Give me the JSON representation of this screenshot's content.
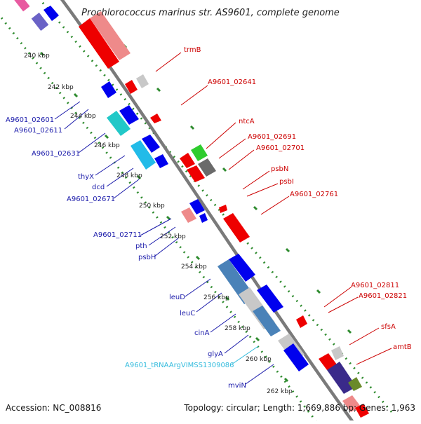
{
  "map": {
    "title": "Prochlorococcus marinus str. AS9601, complete genome",
    "accession": "Accession: NC_008816",
    "topology": "Topology: circular; Length: 1,669,886 bp; Genes: 1,963",
    "colors": {
      "backbone": "#7a7a7a",
      "dots": "#2e8b2e",
      "forward_feature": "#0000ee",
      "reverse_feature": "#ee0000",
      "reverse_label": "#cc0000",
      "forward_label": "#1a1aaa",
      "trna_label": "#33bbdd"
    },
    "kbp_ticks": [
      "240 kbp",
      "242 kbp",
      "244 kbp",
      "246 kbp",
      "248 kbp",
      "250 kbp",
      "252 kbp",
      "254 kbp",
      "256 kbp",
      "258 kbp",
      "260 kbp",
      "262 kbp"
    ],
    "forward_labels": [
      "A9601_02601",
      "A9601_02611",
      "A9601_02631",
      "thyX",
      "dcd",
      "A9601_02671",
      "A9601_02711",
      "pth",
      "psbH",
      "leuD",
      "leuC",
      "cinA",
      "glyA",
      "A9601_tRNAArgVIMSS1309086",
      "mviN"
    ],
    "reverse_labels": [
      "trmB",
      "A9601_02641",
      "ntcA",
      "A9601_02691",
      "A9601_02701",
      "psbN",
      "psbI",
      "A9601_02761",
      "A9601_02811",
      "A9601_02821",
      "sfsA",
      "amtB"
    ]
  }
}
